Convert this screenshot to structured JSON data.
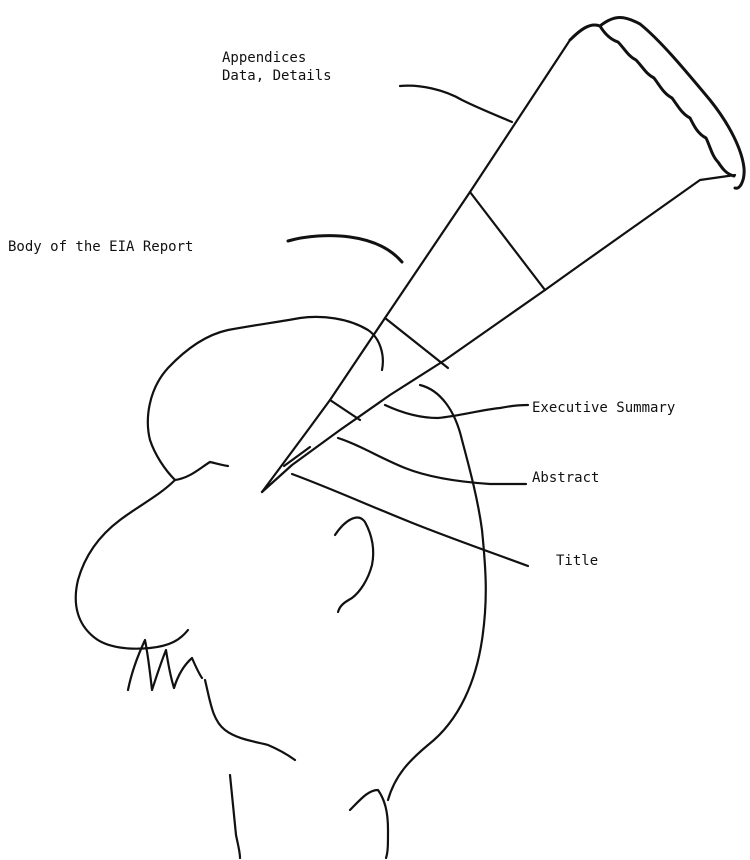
{
  "labels": {
    "appendices_line1": "Appendices",
    "appendices_line2": "Data, Details",
    "body": "Body of the EIA Report",
    "executive_summary": "Executive Summary",
    "abstract": "Abstract",
    "title": "Title"
  },
  "figure": {
    "subject": "person-profile",
    "object": "cone-telescope"
  }
}
